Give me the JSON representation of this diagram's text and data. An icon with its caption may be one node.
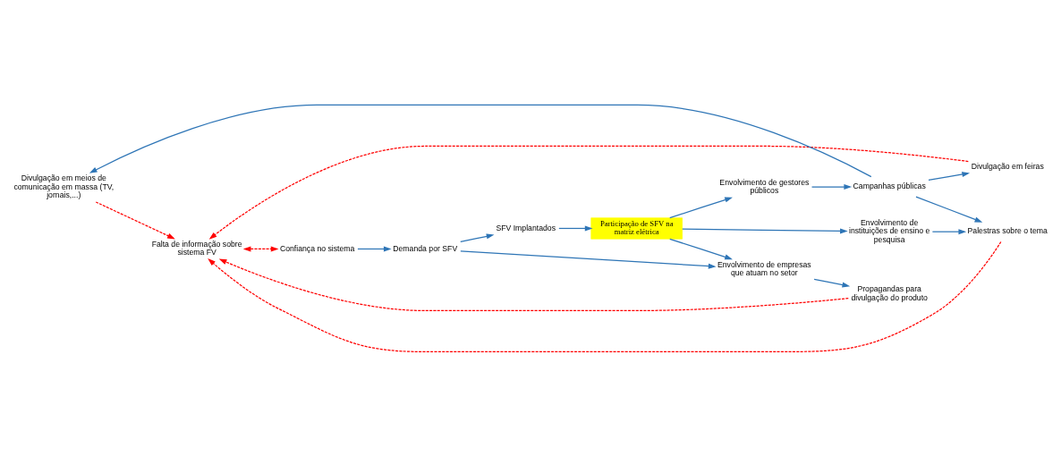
{
  "diagram": {
    "nodes": [
      {
        "text": [
          "Divulgação em meios de comunicação em massa (TV, jornais,...)"
        ]
      },
      {
        "text": [
          "Confiança no sistema"
        ]
      },
      {
        "text": [
          "Demanda por SFV"
        ]
      },
      {
        "text": [
          "Falta de informação sobre sistema FV"
        ]
      },
      {
        "text": [
          "SFV Implantados"
        ]
      },
      {
        "text": [
          "Envolvimento de empresas que atuam no setor"
        ]
      },
      {
        "text": [
          "Divulgação em feiras"
        ]
      },
      {
        "text": [
          "Palestras sobre o tema"
        ]
      },
      {
        "text": [
          "Propagandas para divulgação do produto"
        ]
      },
      {
        "text": [
          "Envolvimento de instituições de ensino e pesquisa"
        ]
      },
      {
        "text": [
          "Participação de SFV na matriz elétrica"
        ]
      },
      {
        "text": [
          "Campanhas públicas"
        ]
      },
      {
        "text": [
          "Envolvimento de gestores públicos"
        ]
      }
    ],
    "edges": [
      {
        "from": 0,
        "to": 3,
        "arrow": "to",
        "style": "dashed",
        "color": "#ff0000"
      },
      {
        "from": 3,
        "to": 1,
        "arrow": "both",
        "style": "dashed",
        "color": "#ff0000"
      },
      {
        "from": 1,
        "to": 2,
        "arrow": "to"
      },
      {
        "from": 2,
        "to": 4,
        "arrow": "to"
      },
      {
        "from": 2,
        "to": 5,
        "arrow": "to"
      },
      {
        "from": 4,
        "to": 10,
        "arrow": "to"
      },
      {
        "from": 10,
        "to": 5,
        "arrow": "to"
      },
      {
        "from": 5,
        "to": 8,
        "arrow": "to"
      },
      {
        "from": 6,
        "to": 3,
        "arrow": "to",
        "style": "dashed",
        "color": "#ff0000"
      },
      {
        "from": 7,
        "to": 3,
        "arrow": "to",
        "style": "dashed",
        "color": "#ff0000"
      },
      {
        "from": 8,
        "to": 3,
        "arrow": "to",
        "style": "dashed",
        "color": "#ff0000"
      },
      {
        "from": 10,
        "to": 9,
        "arrow": "to"
      },
      {
        "from": 9,
        "to": 7,
        "arrow": "to"
      },
      {
        "from": 10,
        "to": 12,
        "arrow": "to"
      },
      {
        "from": 12,
        "to": 11,
        "arrow": "to"
      },
      {
        "from": 11,
        "to": 6,
        "arrow": "to"
      },
      {
        "from": 11,
        "to": 0,
        "arrow": "to"
      },
      {
        "from": 11,
        "to": 7,
        "arrow": "to"
      }
    ]
  }
}
